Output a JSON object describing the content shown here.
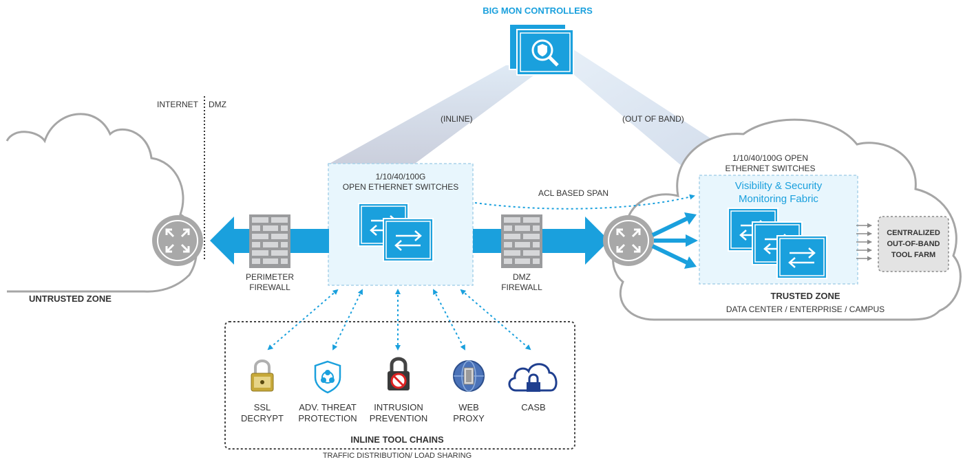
{
  "controllers": {
    "title": "BIG MON CONTROLLERS"
  },
  "boundary": {
    "left": "INTERNET",
    "right": "DMZ"
  },
  "links": {
    "inline": "(INLINE)",
    "out_of_band": "(OUT OF BAND)",
    "acl_span": "ACL BASED SPAN"
  },
  "inline_switch": {
    "line1": "1/10/40/100G",
    "line2": "OPEN ETHERNET SWITCHES"
  },
  "fabric_switch": {
    "line1": "1/10/40/100G OPEN",
    "line2": "ETHERNET SWITCHES",
    "title_line1": "Visibility & Security",
    "title_line2": "Monitoring Fabric"
  },
  "firewalls": {
    "perimeter": {
      "line1": "PERIMETER",
      "line2": "FIREWALL"
    },
    "dmz": {
      "line1": "DMZ",
      "line2": "FIREWALL"
    }
  },
  "zones": {
    "untrusted": "UNTRUSTED ZONE",
    "trusted": "TRUSTED ZONE",
    "trusted_sub": "DATA CENTER / ENTERPRISE / CAMPUS"
  },
  "tool_farm": {
    "line1": "CENTRALIZED",
    "line2": "OUT-OF-BAND",
    "line3": "TOOL FARM"
  },
  "tools": [
    {
      "line1": "SSL",
      "line2": "DECRYPT",
      "icon": "padlock-icon"
    },
    {
      "line1": "ADV. THREAT",
      "line2": "PROTECTION",
      "icon": "biohazard-shield-icon"
    },
    {
      "line1": "INTRUSION",
      "line2": "PREVENTION",
      "icon": "blocked-lock-icon"
    },
    {
      "line1": "WEB",
      "line2": "PROXY",
      "icon": "globe-door-icon"
    },
    {
      "line1": "CASB",
      "line2": "",
      "icon": "cloud-lock-icon"
    }
  ],
  "toolchain": {
    "title": "INLINE TOOL CHAINS",
    "subtitle": "TRAFFIC DISTRIBUTION/ LOAD SHARING"
  },
  "colors": {
    "accent": "#1aa0dd",
    "dark_blue": "#1a87c7",
    "cloud_stroke": "#a6a6a6",
    "box_fill": "#e8f6fd",
    "firewall": "#9a9b9d"
  }
}
